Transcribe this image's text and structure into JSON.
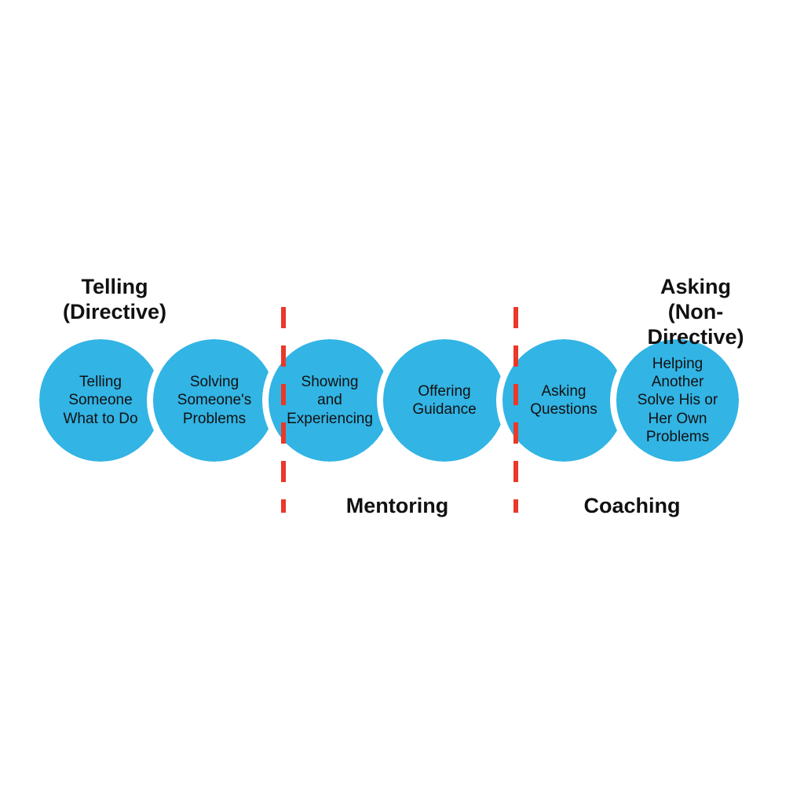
{
  "diagram": {
    "left_heading": {
      "label": "Telling\n(Directive)"
    },
    "right_heading": {
      "label": "Asking\n(Non-Directive)"
    },
    "circles": [
      {
        "label": "Telling\nSomeone\nWhat to Do"
      },
      {
        "label": "Solving\nSomeone's\nProblems"
      },
      {
        "label": "Showing\nand\nExperiencing"
      },
      {
        "label": "Offering\nGuidance"
      },
      {
        "label": "Asking\nQuestions"
      },
      {
        "label": "Helping\nAnother\nSolve His or\nHer Own\nProblems"
      }
    ],
    "zone_labels": [
      {
        "label": "Mentoring"
      },
      {
        "label": "Coaching"
      }
    ],
    "colors": {
      "circle_fill": "#32B4E4",
      "divider": "#EA3829",
      "text": "#111111",
      "background": "#FFFFFF"
    }
  }
}
